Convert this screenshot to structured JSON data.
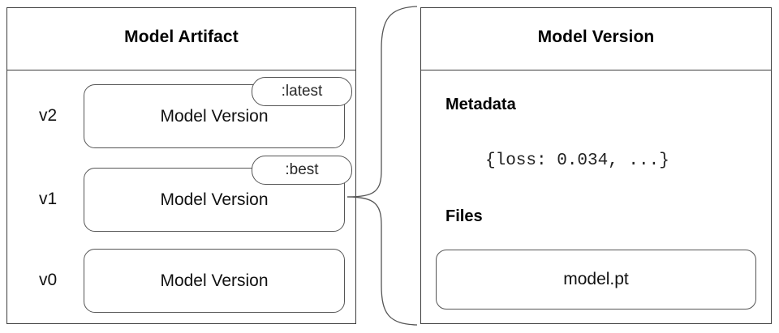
{
  "diagram": {
    "left_panel": {
      "title": "Model Artifact",
      "versions": [
        {
          "label": "v2",
          "box_label": "Model Version",
          "tag": ":latest"
        },
        {
          "label": "v1",
          "box_label": "Model Version",
          "tag": ":best"
        },
        {
          "label": "v0",
          "box_label": "Model Version",
          "tag": ""
        }
      ]
    },
    "right_panel": {
      "title": "Model Version",
      "metadata_heading": "Metadata",
      "metadata_value": "{loss: 0.034, ...}",
      "files_heading": "Files",
      "files": [
        {
          "name": "model.pt"
        }
      ]
    },
    "colors": {
      "panel_border": "#3d3d3d",
      "box_border": "#555555",
      "connector": "#555555",
      "text": "#111111",
      "background": "#ffffff"
    }
  }
}
